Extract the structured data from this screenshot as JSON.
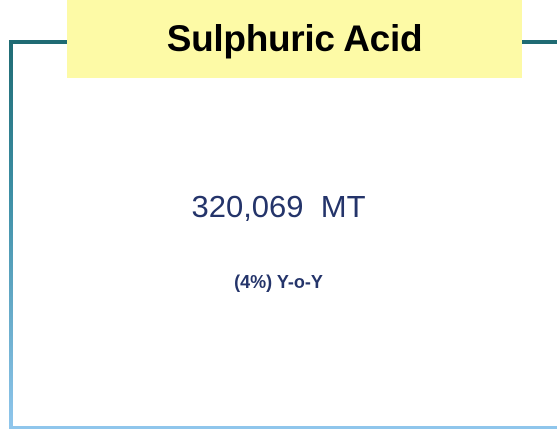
{
  "card": {
    "title": "Sulphuric Acid",
    "value": "320,069  MT",
    "change": "(4%) Y-o-Y"
  },
  "colors": {
    "title_background": "#fdfaa6",
    "frame_dark": "#1f6b73",
    "frame_light": "#8fc6ec",
    "text": "#24346a"
  }
}
